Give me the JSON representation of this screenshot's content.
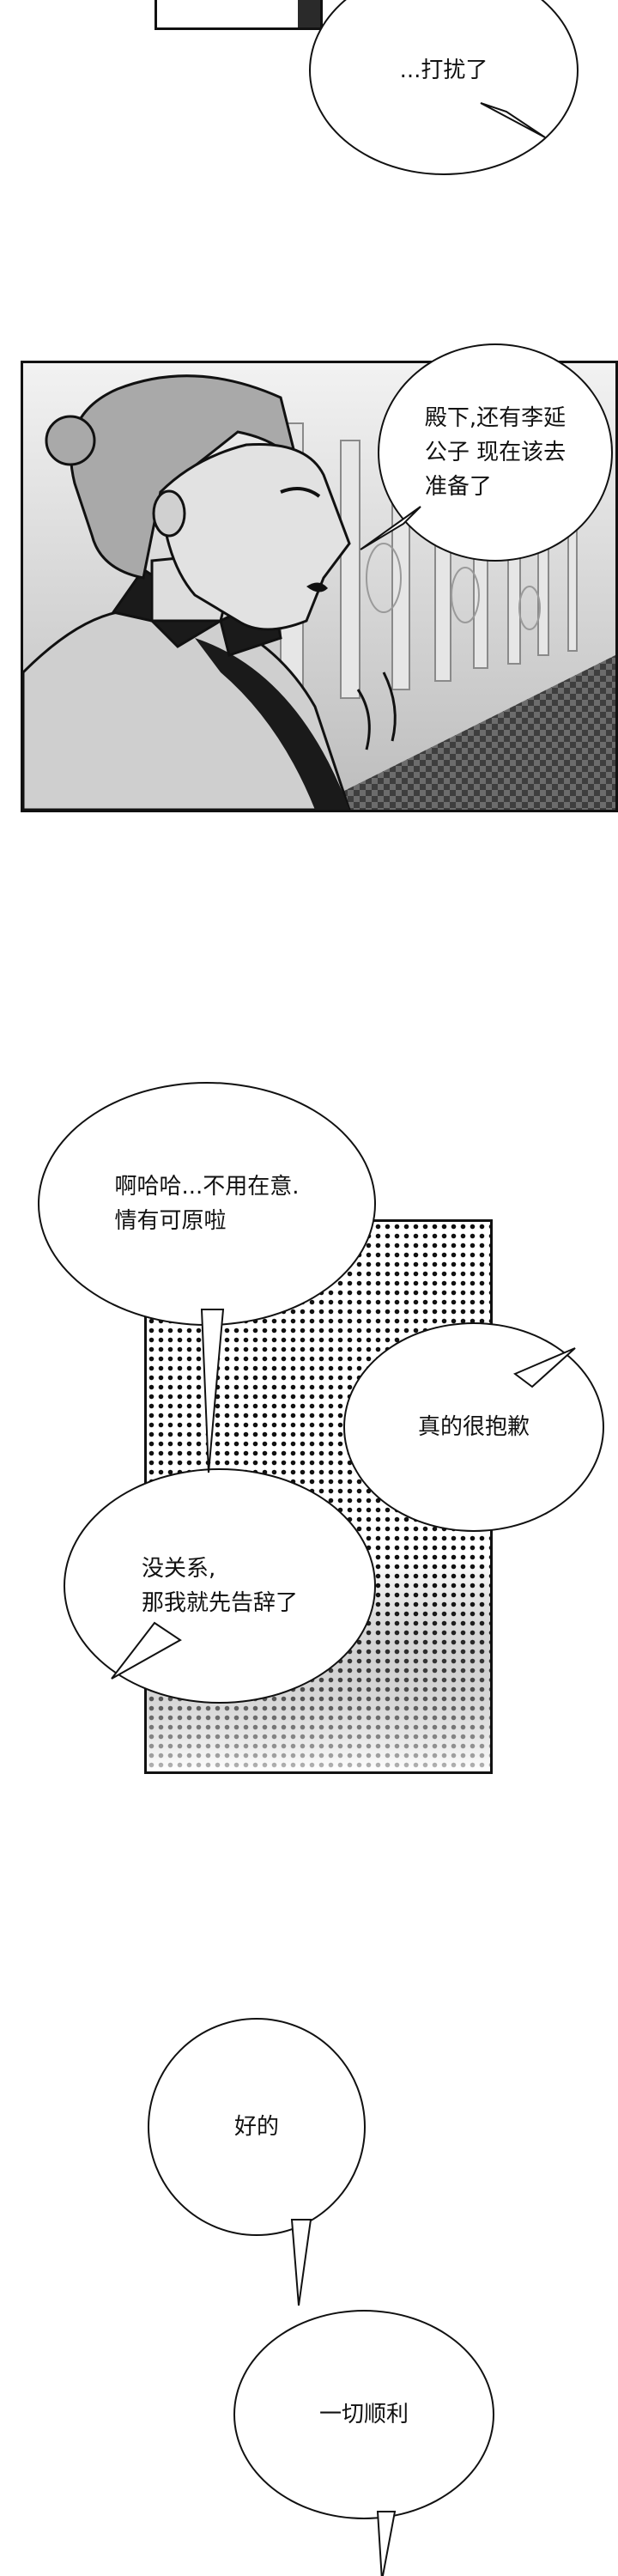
{
  "bubbles": {
    "interrupt": "...打扰了",
    "prepare": "殿下,还有李延\n公子 现在该去\n准备了",
    "understand": "啊哈哈...不用在意.\n情有可原啦",
    "sorry": "真的很抱歉",
    "leave": "没关系,\n那我就先告辞了",
    "ok": "好的",
    "luck": "一切顺利"
  }
}
